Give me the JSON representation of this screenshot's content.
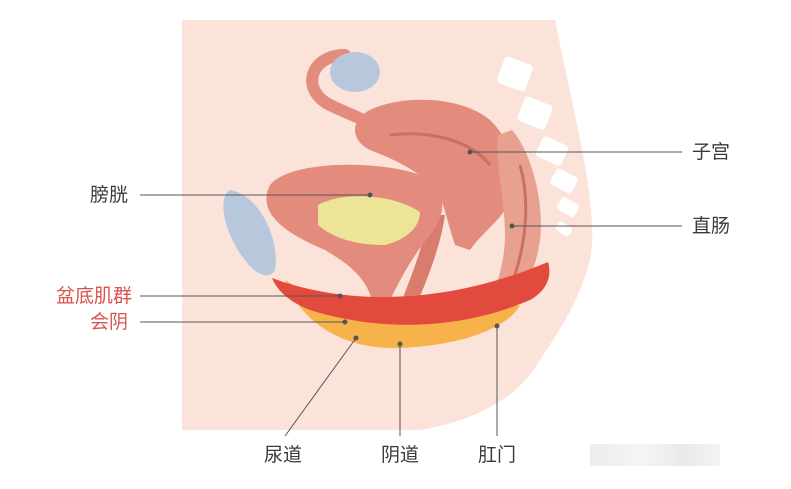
{
  "labels": {
    "uterus": "子宫",
    "bladder": "膀胱",
    "rectum": "直肠",
    "pelvic_floor": "盆底肌群",
    "perineum": "会阴",
    "urethra": "尿道",
    "vagina": "阴道",
    "anus": "肛门"
  },
  "colors": {
    "skin": "#fbe3da",
    "organ": "#e38b7c",
    "organ_dark": "#cc6f63",
    "bladder_content": "#ece598",
    "pubic_bone": "#b7c8dc",
    "muscle": "#e14a3c",
    "perineum": "#f7b24a",
    "vertebrae": "#ffffff",
    "label_dark": "#3a3a3a",
    "label_red": "#d9534f"
  }
}
